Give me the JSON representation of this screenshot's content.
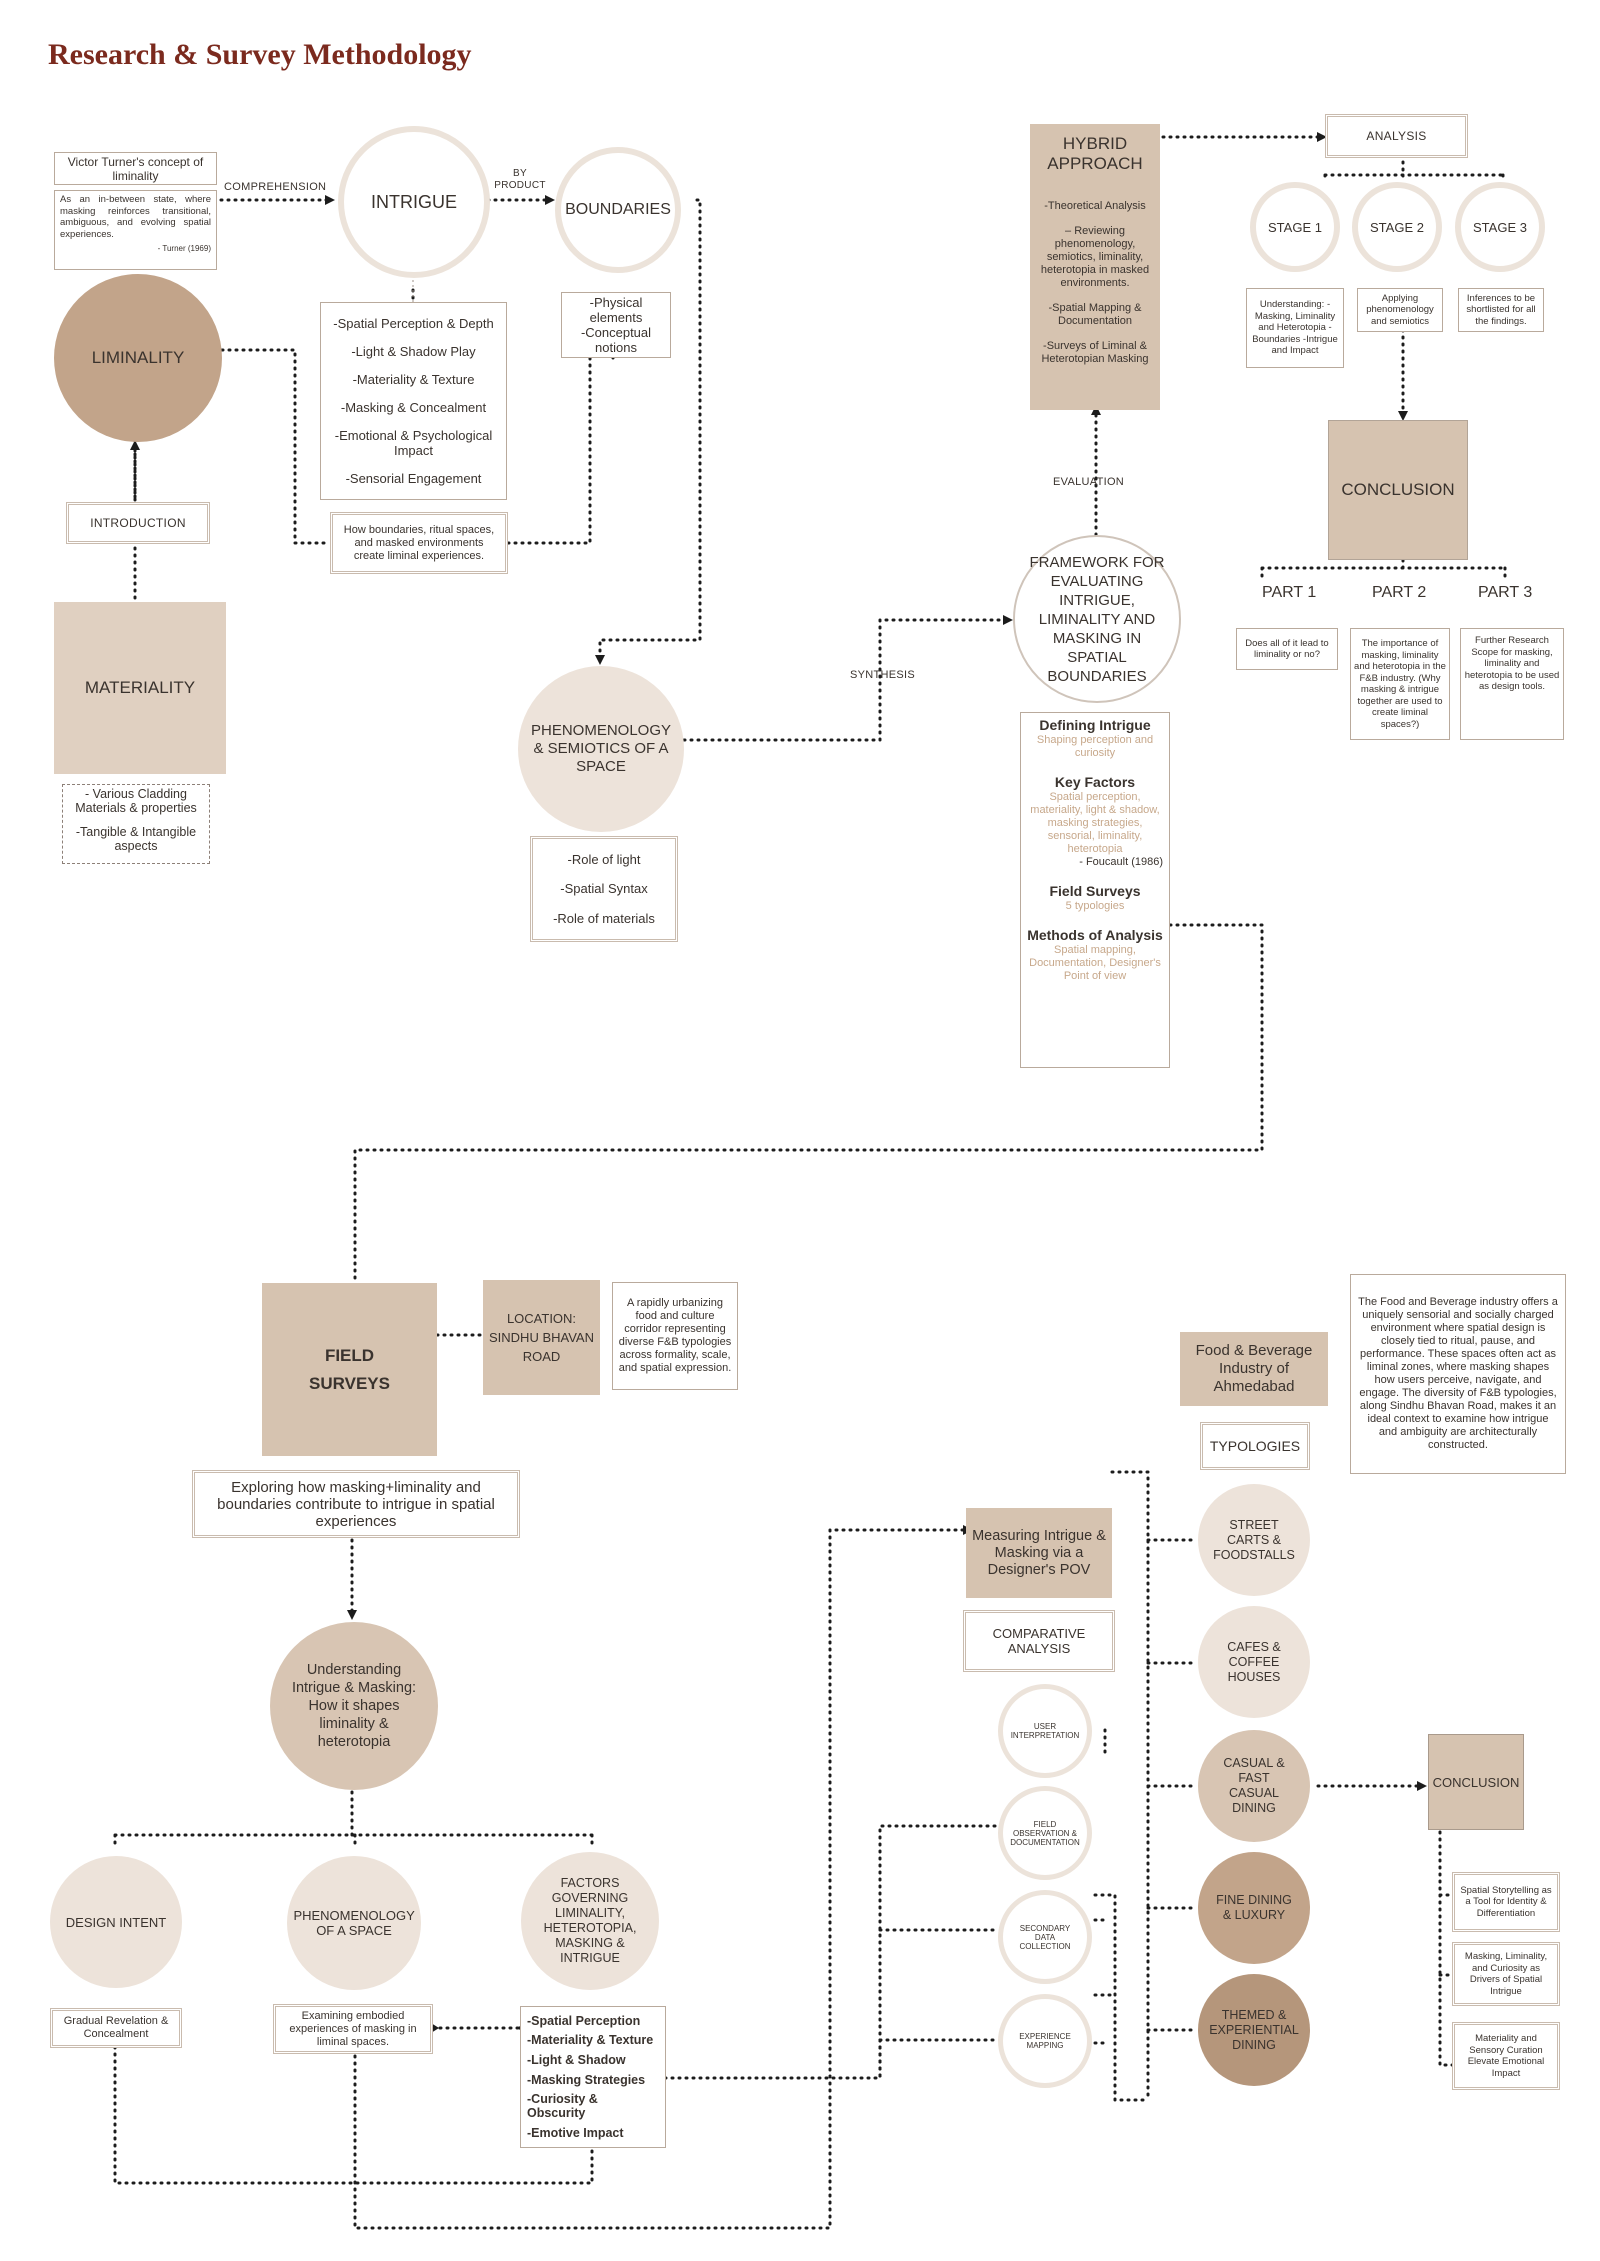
{
  "title": "Research & Survey Methodology",
  "colors": {
    "title": "#7b2a1e",
    "accent_text": "#c7a88b",
    "fill_mid": "#d6c3b0",
    "fill_light": "#ede3da",
    "fill_dark": "#c2a48a"
  },
  "turner": {
    "heading": "Victor Turner's concept of liminality",
    "body": "As an in-between state, where masking reinforces transitional, ambiguous, and evolving spatial experiences.",
    "cite": "- Turner (1969)"
  },
  "labels": {
    "comprehension": "COMPREHENSION",
    "by_product": "BY PRODUCT",
    "synthesis": "SYNTHESIS",
    "evaluation": "EVALUATION"
  },
  "intrigue": {
    "label": "INTRIGUE",
    "items": [
      "-Spatial Perception & Depth",
      "-Light & Shadow Play",
      "-Materiality & Texture",
      "-Masking & Concealment",
      "-Emotional & Psychological Impact",
      "-Sensorial Engagement"
    ]
  },
  "boundaries": {
    "label": "BOUNDARIES",
    "items": [
      "-Physical elements",
      "-Conceptual notions"
    ]
  },
  "how_boundaries": "How boundaries, ritual spaces, and masked environments create liminal experiences.",
  "liminality": "LIMINALITY",
  "introduction": "INTRODUCTION",
  "materiality": {
    "label": "MATERIALITY",
    "items": [
      "- Various Cladding Materials & properties",
      "-Tangible & Intangible aspects"
    ]
  },
  "phenomenology": {
    "label": "PHENOMENOLOGY & SEMIOTICS OF A SPACE",
    "items": [
      "-Role of light",
      "-Spatial Syntax",
      "-Role of materials"
    ]
  },
  "framework": {
    "label": "FRAMEWORK FOR EVALUATING INTRIGUE, LIMINALITY AND MASKING IN SPATIAL BOUNDARIES",
    "sections": [
      {
        "heading": "Defining Intrigue",
        "body": "Shaping perception and curiosity",
        "cite": ""
      },
      {
        "heading": "Key Factors",
        "body": "Spatial perception, materiality, light & shadow, masking strategies, sensorial, liminality, heterotopia",
        "cite": "- Foucault (1986)"
      },
      {
        "heading": "Field Surveys",
        "body": "5 typologies",
        "cite": ""
      },
      {
        "heading": "Methods of Analysis",
        "body": "Spatial mapping, Documentation, Designer's Point of view",
        "cite": ""
      }
    ]
  },
  "hybrid": {
    "label": "HYBRID APPROACH",
    "items": [
      "-Theoretical Analysis",
      "– Reviewing phenomenology, semiotics, liminality, heterotopia in masked environments.",
      "-Spatial Mapping & Documentation",
      "-Surveys of Liminal & Heterotopian Masking"
    ]
  },
  "analysis": {
    "label": "ANALYSIS",
    "stages": [
      {
        "label": "STAGE 1",
        "desc": "Understanding: -Masking, Liminality and Heterotopia -Boundaries -Intrigue and Impact"
      },
      {
        "label": "STAGE 2",
        "desc": "Applying phenomenology and semiotics"
      },
      {
        "label": "STAGE 3",
        "desc": "Inferences to be shortlisted for all the findings."
      }
    ]
  },
  "conclusion_top": {
    "label": "CONCLUSION",
    "parts": [
      {
        "label": "PART 1",
        "desc": "Does all of it lead to liminality or no?"
      },
      {
        "label": "PART 2",
        "desc": "The importance of masking, liminality and heterotopia in the F&B industry. (Why masking & intrigue together are used to create liminal spaces?)"
      },
      {
        "label": "PART 3",
        "desc": "Further Research Scope for masking, liminality and heterotopia to be used as design tools."
      }
    ]
  },
  "field_surveys": {
    "label": "FIELD SURVEYS",
    "location": "LOCATION: SINDHU BHAVAN ROAD",
    "location_desc": "A rapidly urbanizing food and culture corridor representing diverse F&B typologies across formality, scale, and spatial expression.",
    "exploring": "Exploring how masking+liminality and boundaries contribute to intrigue in spatial experiences"
  },
  "understanding": "Understanding Intrigue & Masking: How it shapes liminality & heterotopia",
  "design_intent": {
    "label": "DESIGN INTENT",
    "desc": "Gradual Revelation & Concealment"
  },
  "phenom_space": {
    "label": "PHENOMENOLOGY OF A SPACE",
    "desc": "Examining embodied experiences of masking in liminal spaces."
  },
  "factors": {
    "label": "FACTORS GOVERNING LIMINALITY, HETEROTOPIA, MASKING & INTRIGUE",
    "items": [
      "-Spatial Perception",
      "-Materiality & Texture",
      "-Light & Shadow",
      "-Masking Strategies",
      "-Curiosity & Obscurity",
      "-Emotive Impact"
    ]
  },
  "measuring": "Measuring Intrigue & Masking via a Designer's POV",
  "comparative": "COMPARATIVE ANALYSIS",
  "methods": [
    "USER INTERPRETATION",
    "FIELD OBSERVATION & DOCUMENTATION",
    "SECONDARY DATA COLLECTION",
    "EXPERIENCE MAPPING"
  ],
  "fb": {
    "label": "Food & Beverage Industry of Ahmedabad",
    "desc": "The Food and Beverage industry offers a uniquely sensorial and socially charged environment where spatial design is closely tied to ritual, pause, and performance. These spaces often act as liminal zones, where masking shapes how users perceive, navigate, and engage. The diversity of F&B typologies, along Sindhu Bhavan Road, makes it an ideal context to examine how intrigue and ambiguity are architecturally constructed.",
    "typologies": "TYPOLOGIES",
    "types": [
      "STREET CARTS & FOODSTALLS",
      "CAFES & COFFEE HOUSES",
      "CASUAL & FAST CASUAL DINING",
      "FINE DINING & LUXURY",
      "THEMED & EXPERIENTIAL DINING"
    ]
  },
  "conclusion_bottom": {
    "label": "CONCLUSION",
    "items": [
      "Spatial Storytelling as a Tool for Identity & Differentiation",
      "Masking, Liminality, and Curiosity as Drivers of Spatial Intrigue",
      "Materiality and Sensory Curation Elevate Emotional Impact"
    ]
  }
}
